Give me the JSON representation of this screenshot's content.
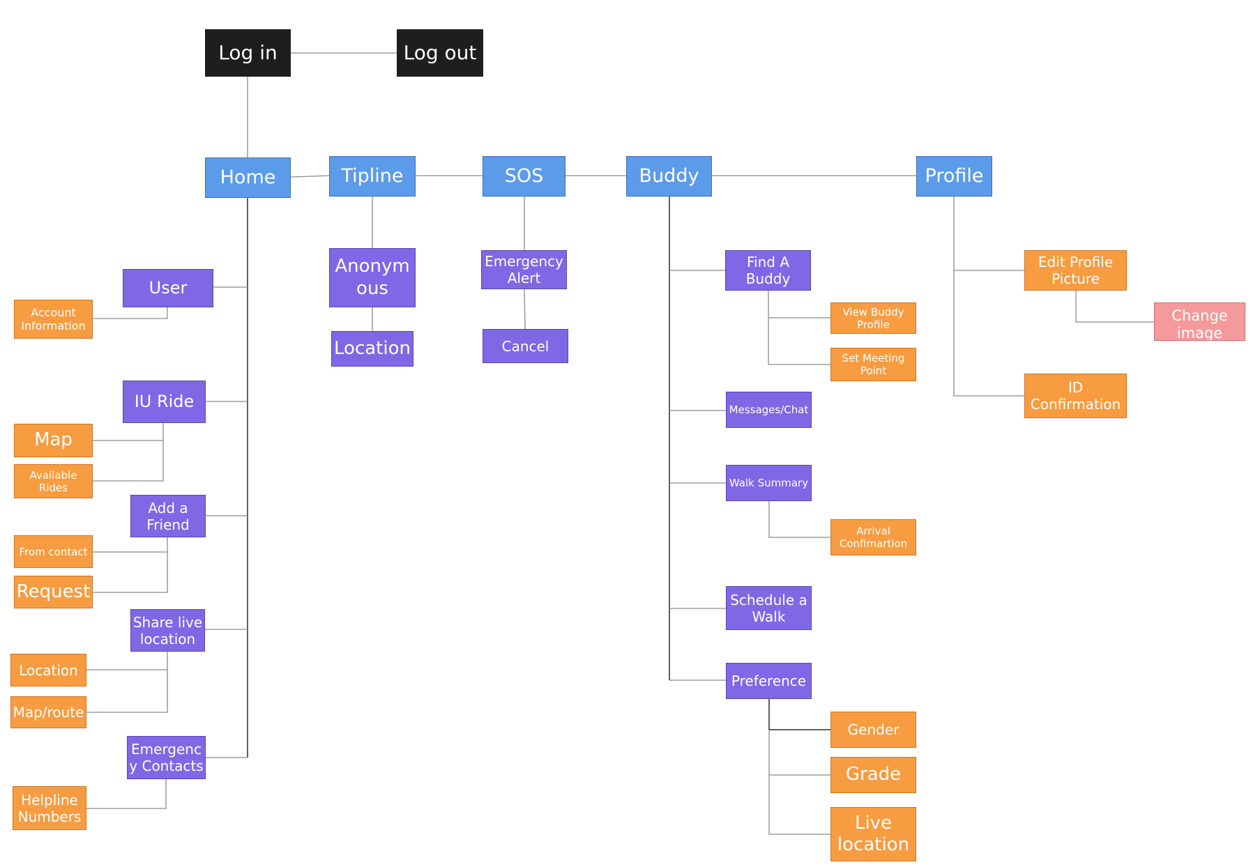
{
  "top": {
    "log_in": "Log in",
    "log_out": "Log out"
  },
  "main_nav": {
    "home": "Home",
    "tipline": "Tipline",
    "sos": "SOS",
    "buddy": "Buddy",
    "profile": "Profile"
  },
  "home": {
    "user": "User",
    "account_information": "Account Information",
    "iu_ride": "IU Ride",
    "map": "Map",
    "available_rides": "Available Rides",
    "add_a_friend": "Add a Friend",
    "from_contact": "From contact",
    "request": "Request",
    "share_live_location": "Share live location",
    "location": "Location",
    "map_route": "Map/route",
    "emergency_contacts": "Emergenc y Contacts",
    "helpline_numbers": "Helpline Numbers"
  },
  "tipline": {
    "anonymous": "Anonym ous",
    "location": "Location"
  },
  "sos": {
    "emergency_alert": "Emergency Alert",
    "cancel": "Cancel"
  },
  "buddy": {
    "find_a_buddy": "Find A Buddy",
    "view_buddy_profile": "View Buddy Profile",
    "set_meeting_point": "Set Meeting Point",
    "messages_chat": "Messages/Chat",
    "walk_summary": "Walk Summary",
    "arrival_confirmation": "Arrival Confimartion",
    "schedule_a_walk": "Schedule a Walk",
    "preference": "Preference",
    "gender": "Gender",
    "grade": "Grade",
    "live_location": "Live location"
  },
  "profile": {
    "edit_profile_picture": "Edit Profile Picture",
    "change_image": "Change image",
    "id_confirmation": "ID Confirmation"
  },
  "colors": {
    "top_level": "#1e1e1e",
    "main_nav": "#5c9bea",
    "feature": "#8067e5",
    "sub_feature": "#f79c41",
    "nested": "#f49a9a",
    "connector": "#8a8a8a"
  }
}
